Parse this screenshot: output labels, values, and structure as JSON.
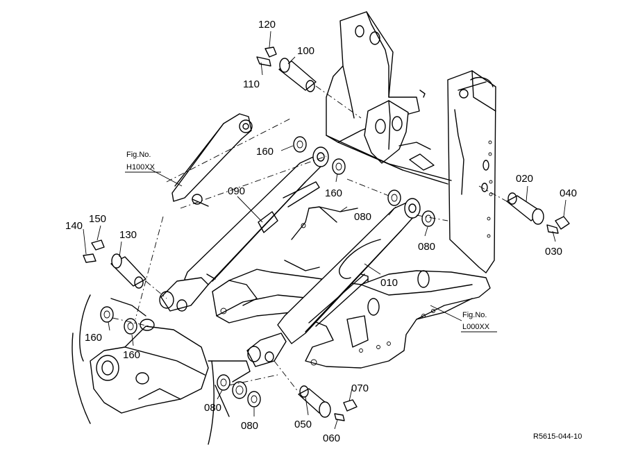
{
  "part_numbers": {
    "p010": "010",
    "p020": "020",
    "p030": "030",
    "p040": "040",
    "p050": "050",
    "p060": "060",
    "p070": "070",
    "p080a": "080",
    "p080b": "080",
    "p080c": "080",
    "p080d": "080",
    "p090": "090",
    "p100": "100",
    "p110": "110",
    "p120": "120",
    "p130": "130",
    "p140": "140",
    "p150": "150",
    "p160a": "160",
    "p160b": "160",
    "p160c": "160",
    "p160d": "160"
  },
  "figure_refs": {
    "upper": {
      "title": "Fig.No.",
      "number": "H100XX"
    },
    "lower": {
      "title": "Fig.No.",
      "number": "L000XX"
    }
  },
  "drawing_code": "R5615-044-10"
}
